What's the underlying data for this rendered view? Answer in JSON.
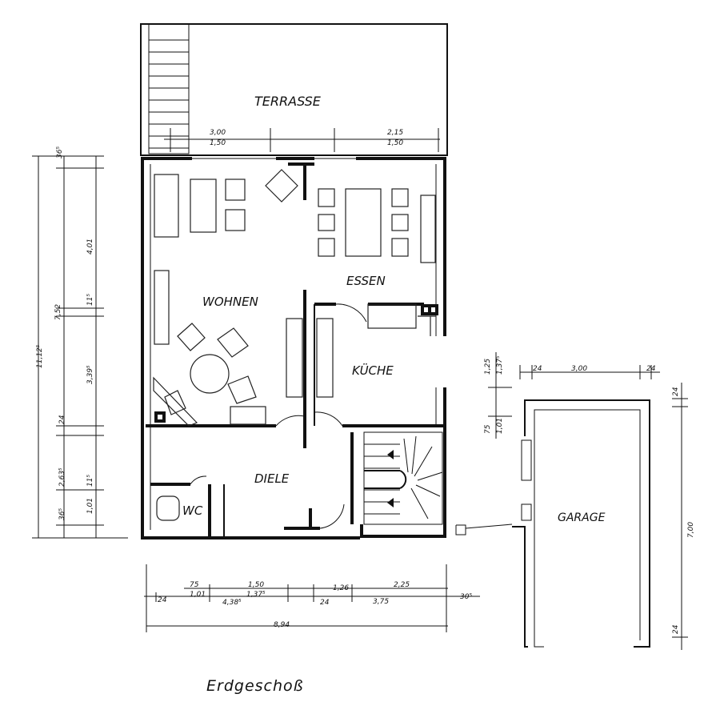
{
  "rooms": {
    "terrasse": "TERRASSE",
    "wohnen": "WOHNEN",
    "essen": "ESSEN",
    "kueche": "KÜCHE",
    "diele": "DIELE",
    "wc": "WC",
    "garage": "GARAGE"
  },
  "caption": "Erdgeschoß",
  "dimensions": {
    "terrace_top_1": "3,00",
    "terrace_bot_1": "1,50",
    "terrace_top_2": "2,15",
    "terrace_bot_2": "1,50",
    "left_total": "11,12⁵",
    "left_inner": "7,52",
    "left_a": "36⁵",
    "left_b": "4,01",
    "left_c": "11⁵",
    "left_d": "3,39⁵",
    "left_e": "24",
    "left_f": "2,63⁵",
    "left_g": "11⁵",
    "left_h": "36⁵",
    "left_i": "1,01",
    "bottom_1": "24",
    "bottom_2": "75",
    "bottom_3": "1,01",
    "bottom_4": "1,50",
    "bottom_5": "1,37⁵",
    "bottom_6": "1,26",
    "bottom_7": "2,25",
    "bottom_8": "4,38⁵",
    "bottom_9": "24",
    "bottom_10": "3,75",
    "bottom_11": "30⁵",
    "bottom_total": "8,94",
    "kitchen_a": "1,25",
    "kitchen_b": "1,37⁵",
    "kitchen_c": "75",
    "kitchen_d": "1,01",
    "garage_top_1": "24",
    "garage_top_2": "3,00",
    "garage_top_3": "24",
    "garage_right_1": "24",
    "garage_right_2": "7,00",
    "garage_right_3": "24"
  }
}
